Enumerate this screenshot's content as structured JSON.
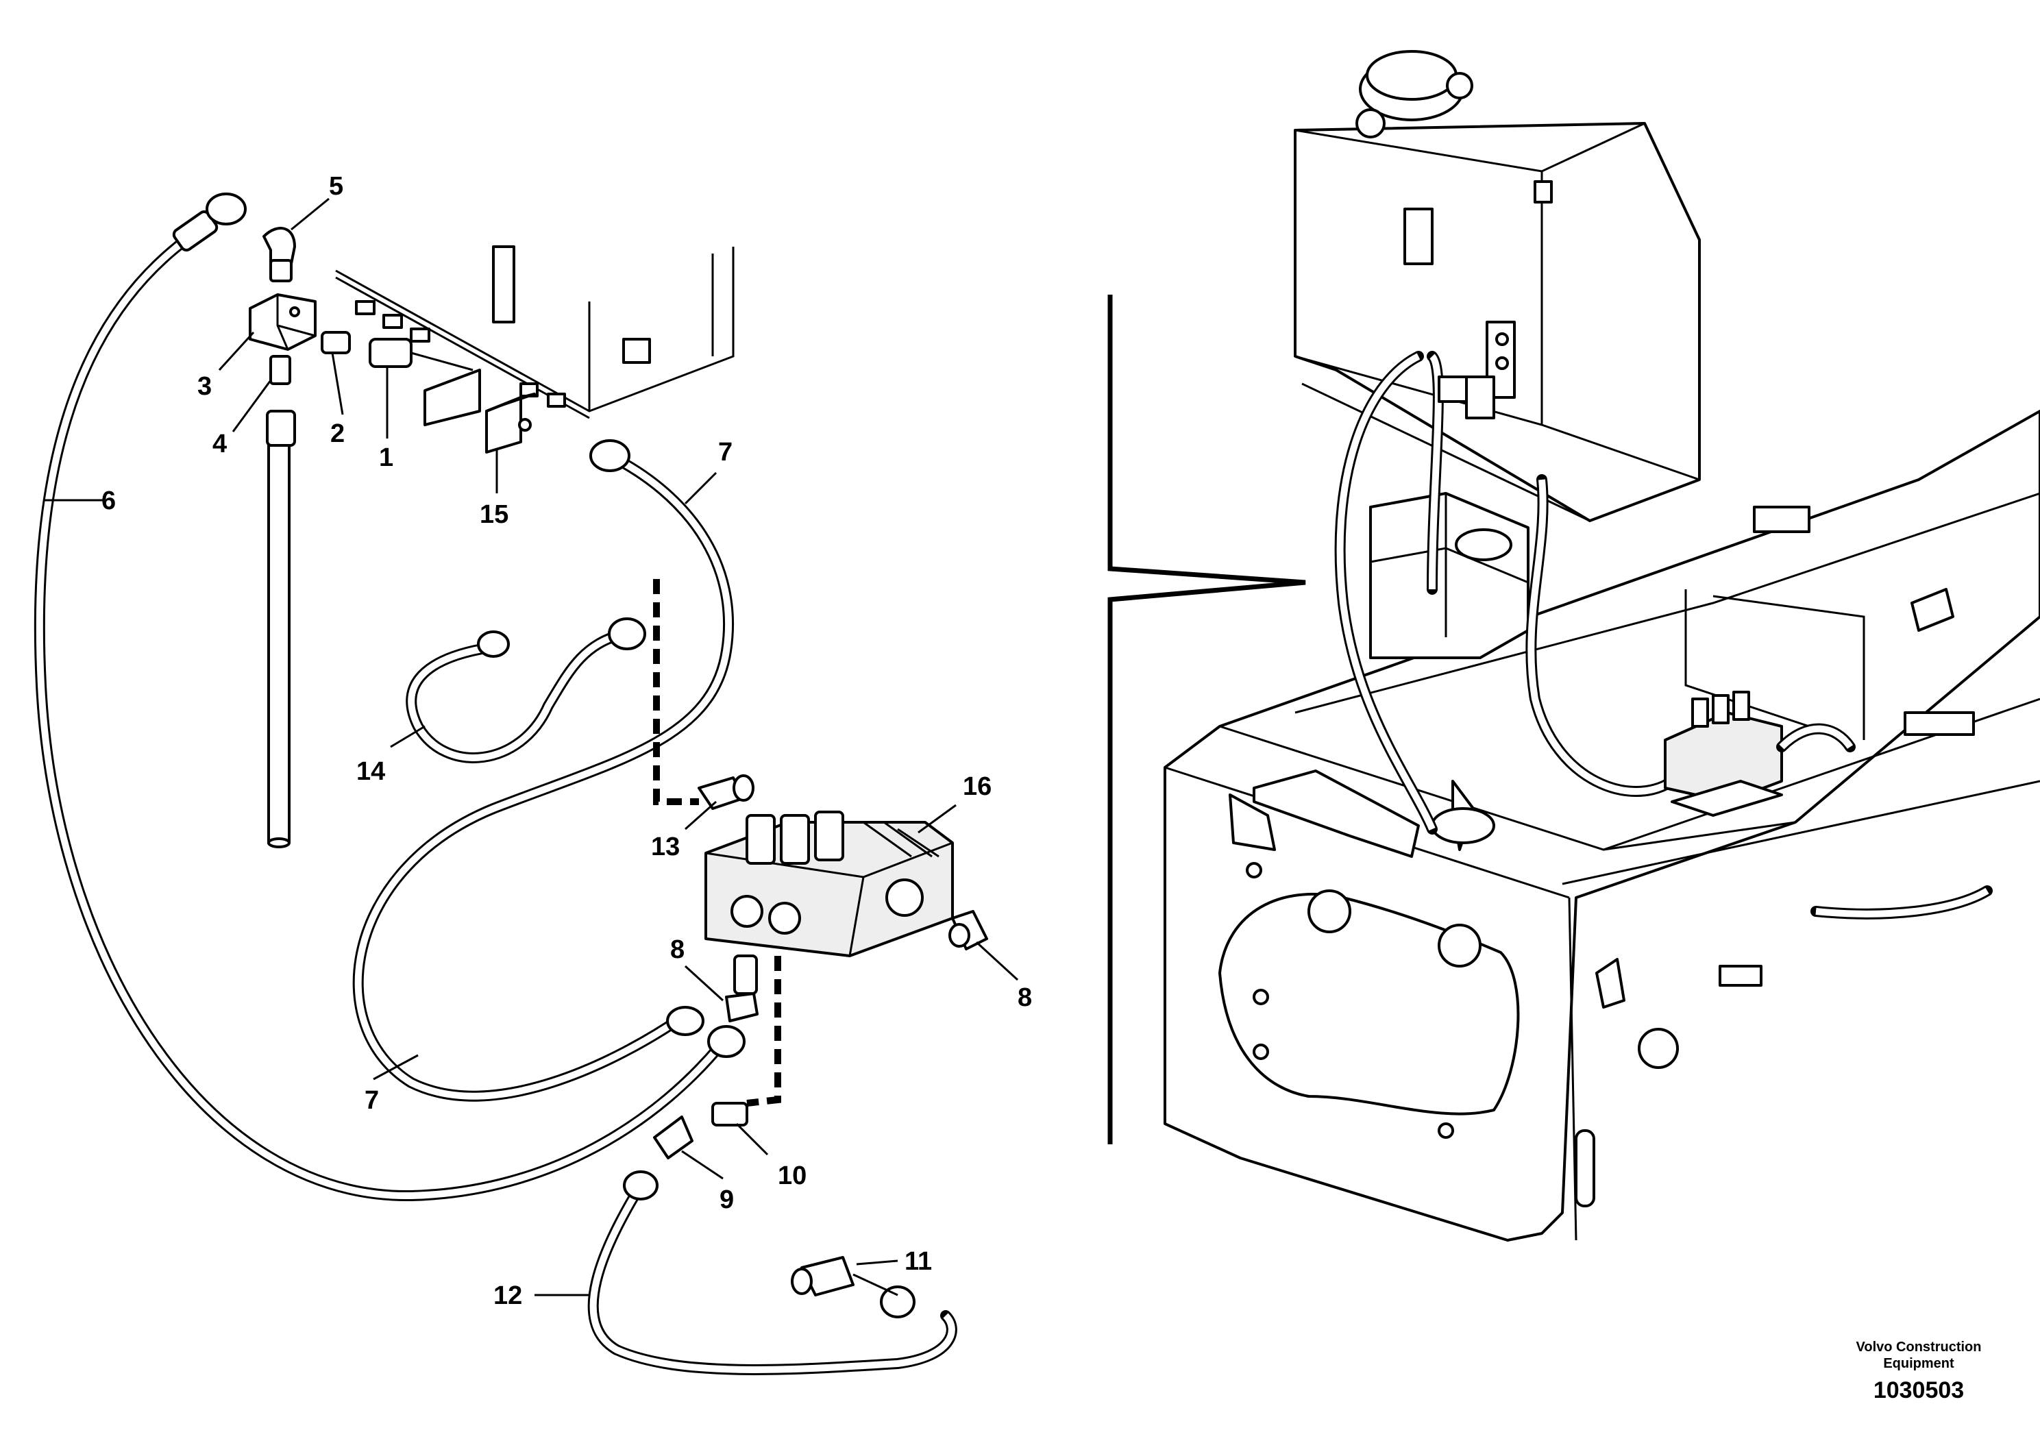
{
  "callouts": {
    "c1": "1",
    "c2": "2",
    "c3": "3",
    "c4": "4",
    "c5": "5",
    "c6": "6",
    "c7a": "7",
    "c7b": "7",
    "c8a": "8",
    "c8b": "8",
    "c9": "9",
    "c10": "10",
    "c11": "11",
    "c12": "12",
    "c13": "13",
    "c14": "14",
    "c15": "15",
    "c16": "16"
  },
  "footer": {
    "brand_line1": "Volvo Construction",
    "brand_line2": "Equipment",
    "drawing_number": "1030503"
  }
}
